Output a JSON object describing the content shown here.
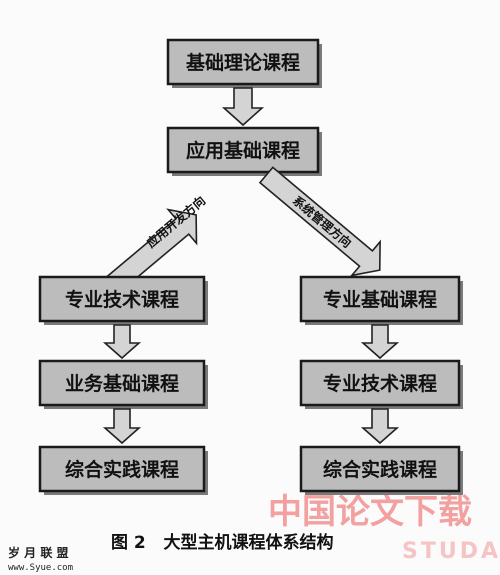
{
  "boxes": {
    "top": "基础理论课程",
    "second": "应用基础课程",
    "left1": "专业技术课程",
    "left2": "业务基础课程",
    "left3": "综合实践课程",
    "right1": "专业基础课程",
    "right2": "专业技术课程",
    "right3": "综合实践课程"
  },
  "branches": {
    "left": "应用开发方向",
    "right": "系统管理方向"
  },
  "caption": "图 2   大型主机课程体系结构",
  "watermarks": {
    "cn": "中国论文下载",
    "en": "STUDA.",
    "site_cn": "岁 月 联 盟",
    "site_url": "www.Syue.com"
  }
}
